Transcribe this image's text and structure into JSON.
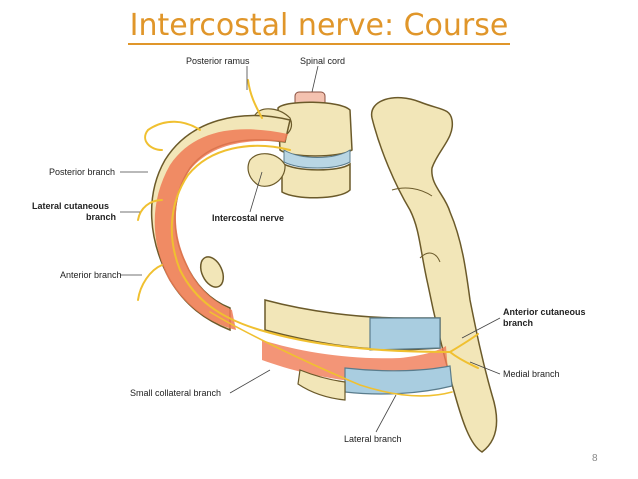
{
  "title": "Intercostal nerve: Course",
  "page_number": "8",
  "labels": {
    "posterior_ramus": "Posterior ramus",
    "spinal_cord": "Spinal cord",
    "posterior_branch": "Posterior branch",
    "lateral_cutaneous_1": "Lateral cutaneous",
    "lateral_cutaneous_2": "branch",
    "intercostal_nerve": "Intercostal nerve",
    "anterior_branch": "Anterior branch",
    "anterior_cutaneous_1": "Anterior cutaneous",
    "anterior_cutaneous_2": "branch",
    "medial_branch": "Medial branch",
    "small_collateral_branch": "Small collateral branch",
    "lateral_branch": "Lateral branch"
  },
  "colors": {
    "title": "#e0962a",
    "bone": "#f2e6b8",
    "bone_outline": "#6b5a2a",
    "muscle": "#f07a55",
    "cartilage": "#a9cde0",
    "nerve": "#f0c030",
    "disc": "#b9d6e4"
  }
}
